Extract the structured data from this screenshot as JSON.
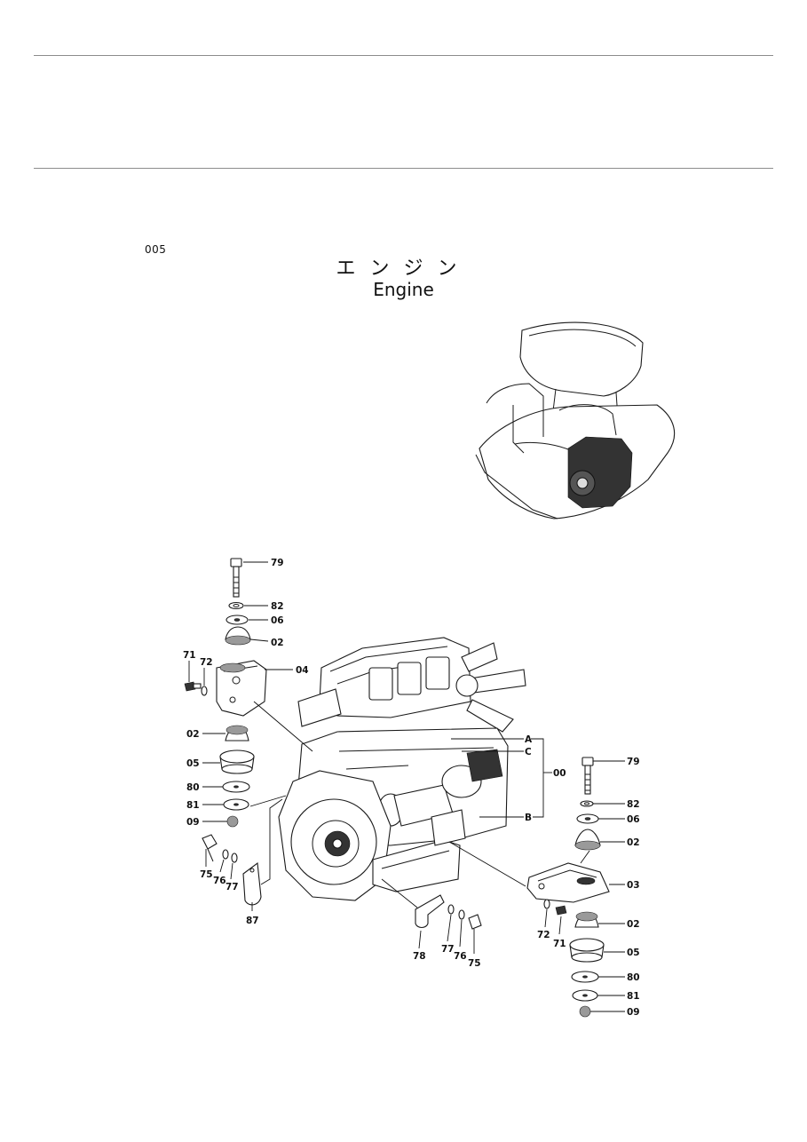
{
  "header": {
    "code": "005",
    "title_jp": "エンジン",
    "title_en": "Engine"
  },
  "callouts": {
    "p79a": "79",
    "p82a": "82",
    "p06a": "06",
    "p02a": "02",
    "p04": "04",
    "p71a": "71",
    "p72a": "72",
    "p02b": "02",
    "p05a": "05",
    "p80a": "80",
    "p81a": "81",
    "p09a": "09",
    "p75a": "75",
    "p76a": "76",
    "p77a": "77",
    "p87": "87",
    "pA": "A",
    "pC": "C",
    "pB": "B",
    "p00": "00",
    "p78": "78",
    "p77b": "77",
    "p76b": "76",
    "p75b": "75",
    "p79b": "79",
    "p82b": "82",
    "p06b": "06",
    "p02c": "02",
    "p03": "03",
    "p72b": "72",
    "p71b": "71",
    "p02d": "02",
    "p05b": "05",
    "p80b": "80",
    "p81b": "81",
    "p09b": "09"
  }
}
